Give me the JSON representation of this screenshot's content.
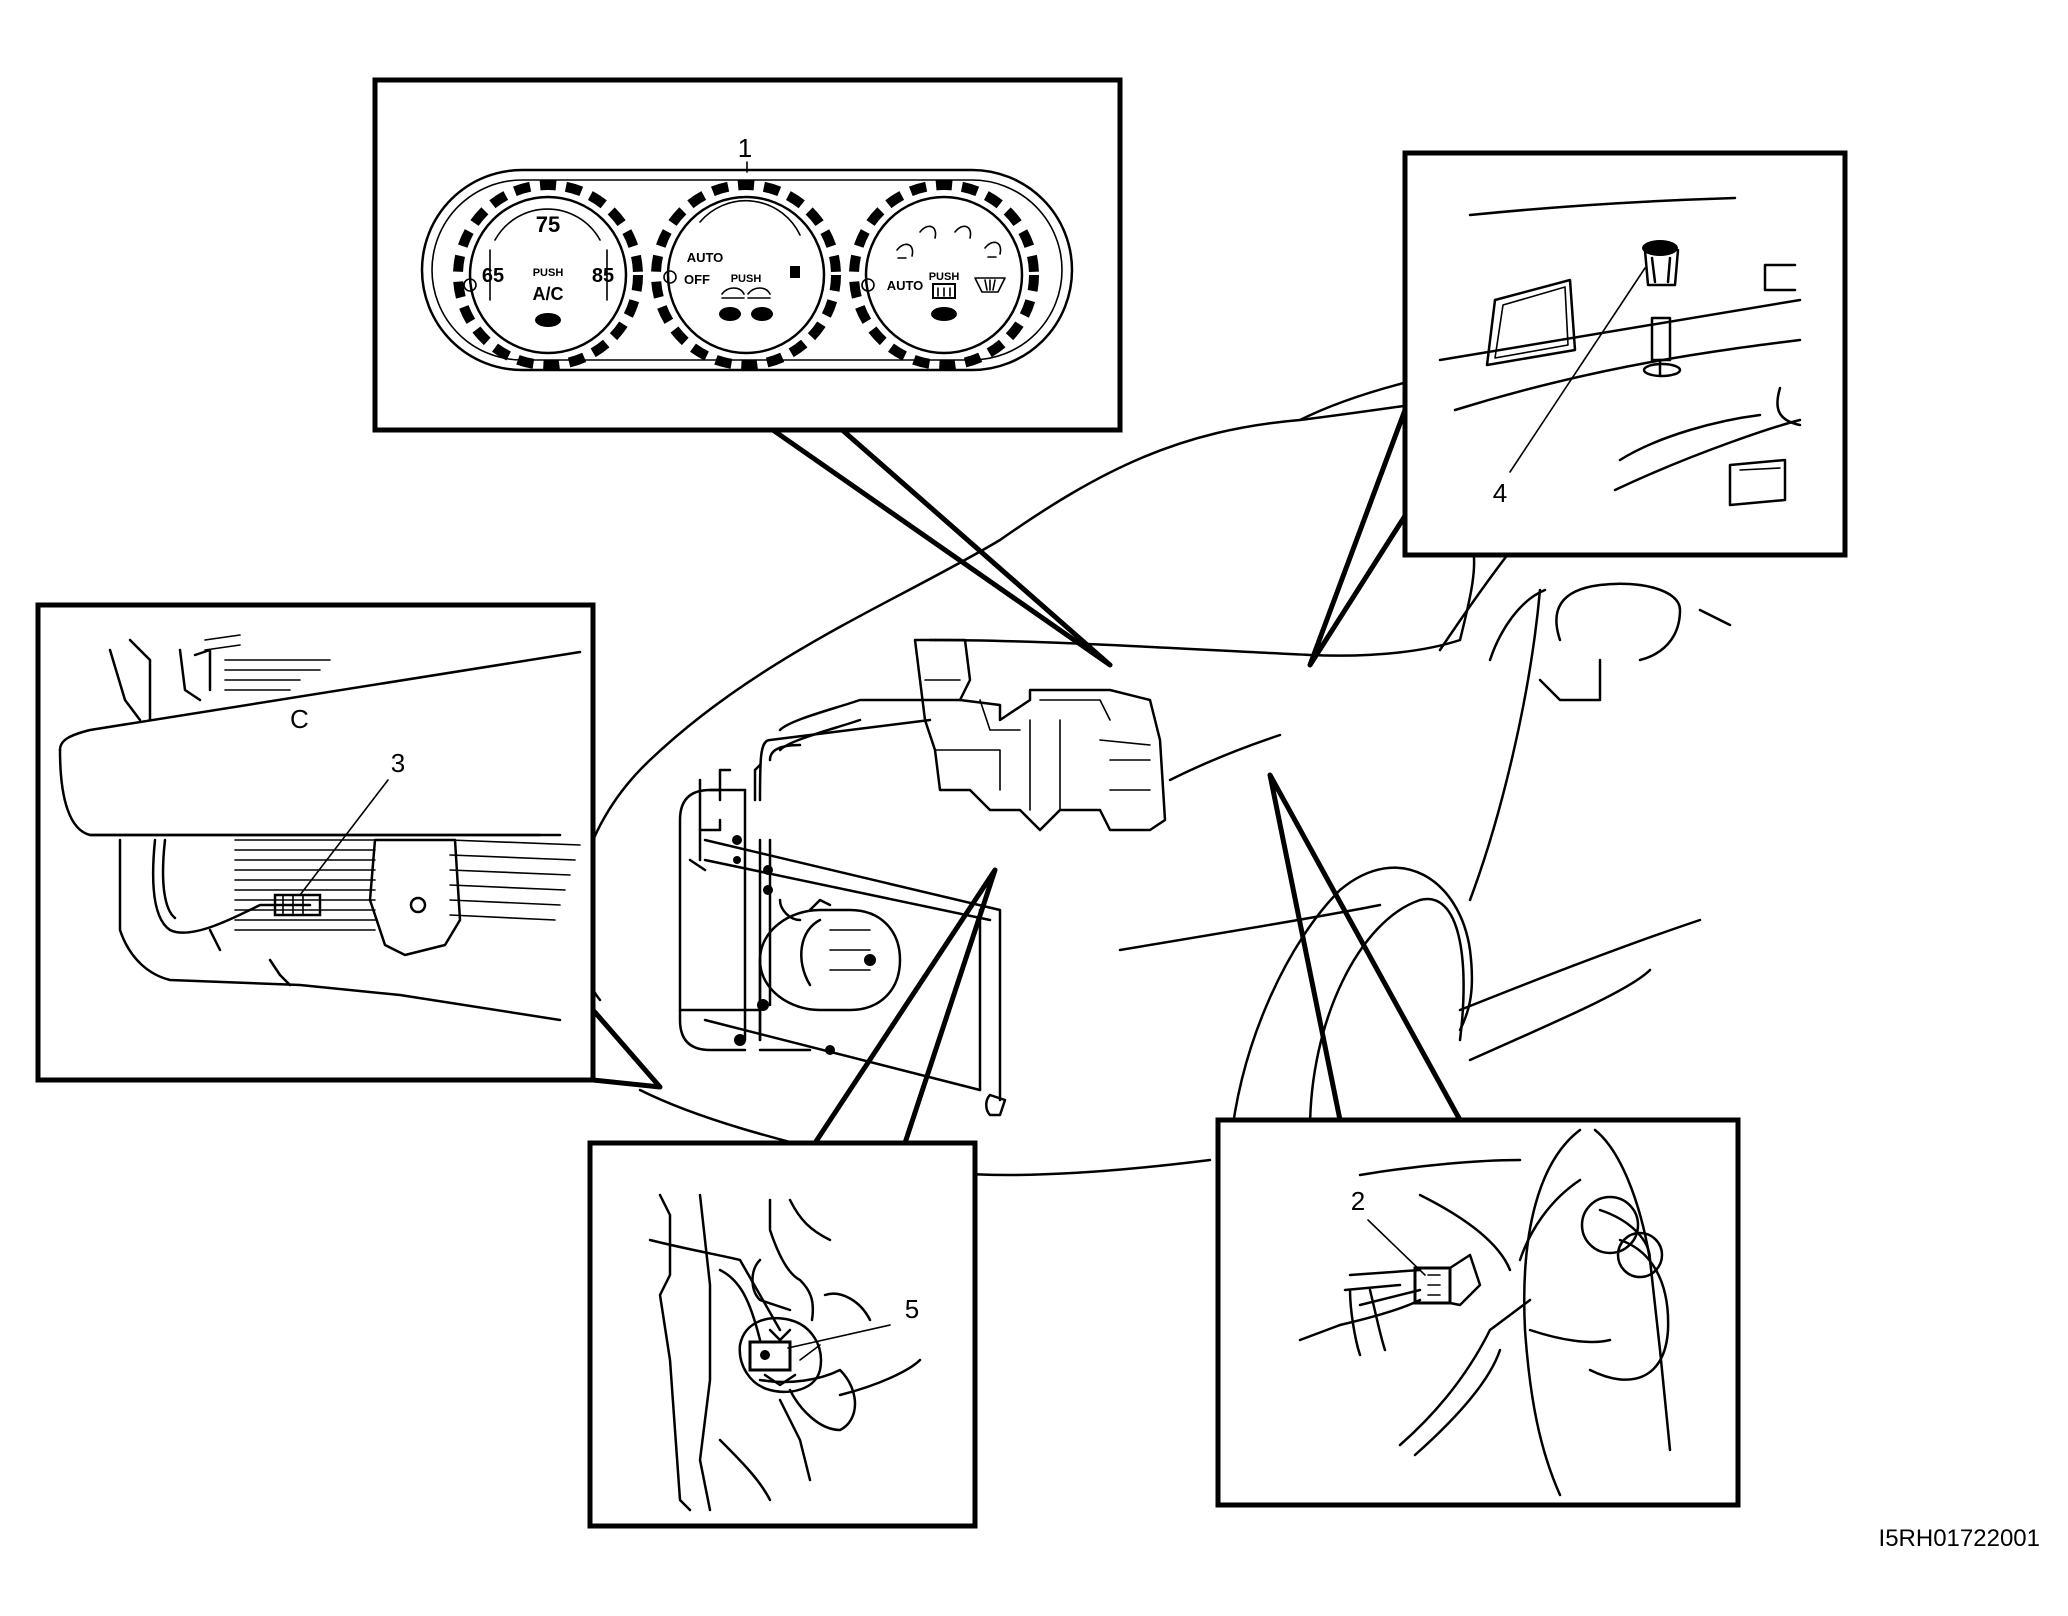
{
  "figure": {
    "reference_code": "I5RH01722001"
  },
  "callouts": [
    {
      "id": "1",
      "label": "1"
    },
    {
      "id": "2",
      "label": "2"
    },
    {
      "id": "3",
      "label": "3"
    },
    {
      "id": "4",
      "label": "4"
    },
    {
      "id": "5",
      "label": "5"
    }
  ],
  "control_panel": {
    "left_dial": {
      "top_mark": "75",
      "left_mark": "65",
      "right_mark": "85",
      "button_label_top": "PUSH",
      "button_label_main": "A/C"
    },
    "center_dial": {
      "mode_auto": "AUTO",
      "mode_off": "OFF",
      "button_label": "PUSH"
    },
    "right_dial": {
      "mode_auto": "AUTO",
      "button_label": "PUSH"
    }
  },
  "inset_3": {
    "mark": "C"
  }
}
